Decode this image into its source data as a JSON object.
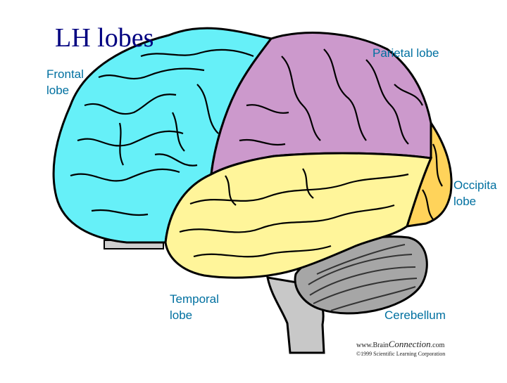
{
  "title": "LH lobes",
  "labels": {
    "parietal": "Parietal lobe",
    "frontal_line1": "Frontal",
    "frontal_line2": "lobe",
    "occipital_line1": "Occipita",
    "occipital_line2": "lobe",
    "temporal_line1": "Temporal",
    "temporal_line2": "lobe",
    "cerebellum": "Cerebellum"
  },
  "credit": {
    "url_prefix": "www.Brain",
    "url_brand": "Connection",
    "url_suffix": ".com",
    "copyright": "©1999 Scientific Learning Corporation"
  },
  "colors": {
    "frontal": "#66f0f8",
    "parietal": "#cc99cc",
    "temporal": "#fff59a",
    "occipital": "#ffd35a",
    "cerebellum": "#a6a6a6",
    "brainstem": "#c8c8c8",
    "title": "#000080",
    "label": "#0070a0"
  }
}
